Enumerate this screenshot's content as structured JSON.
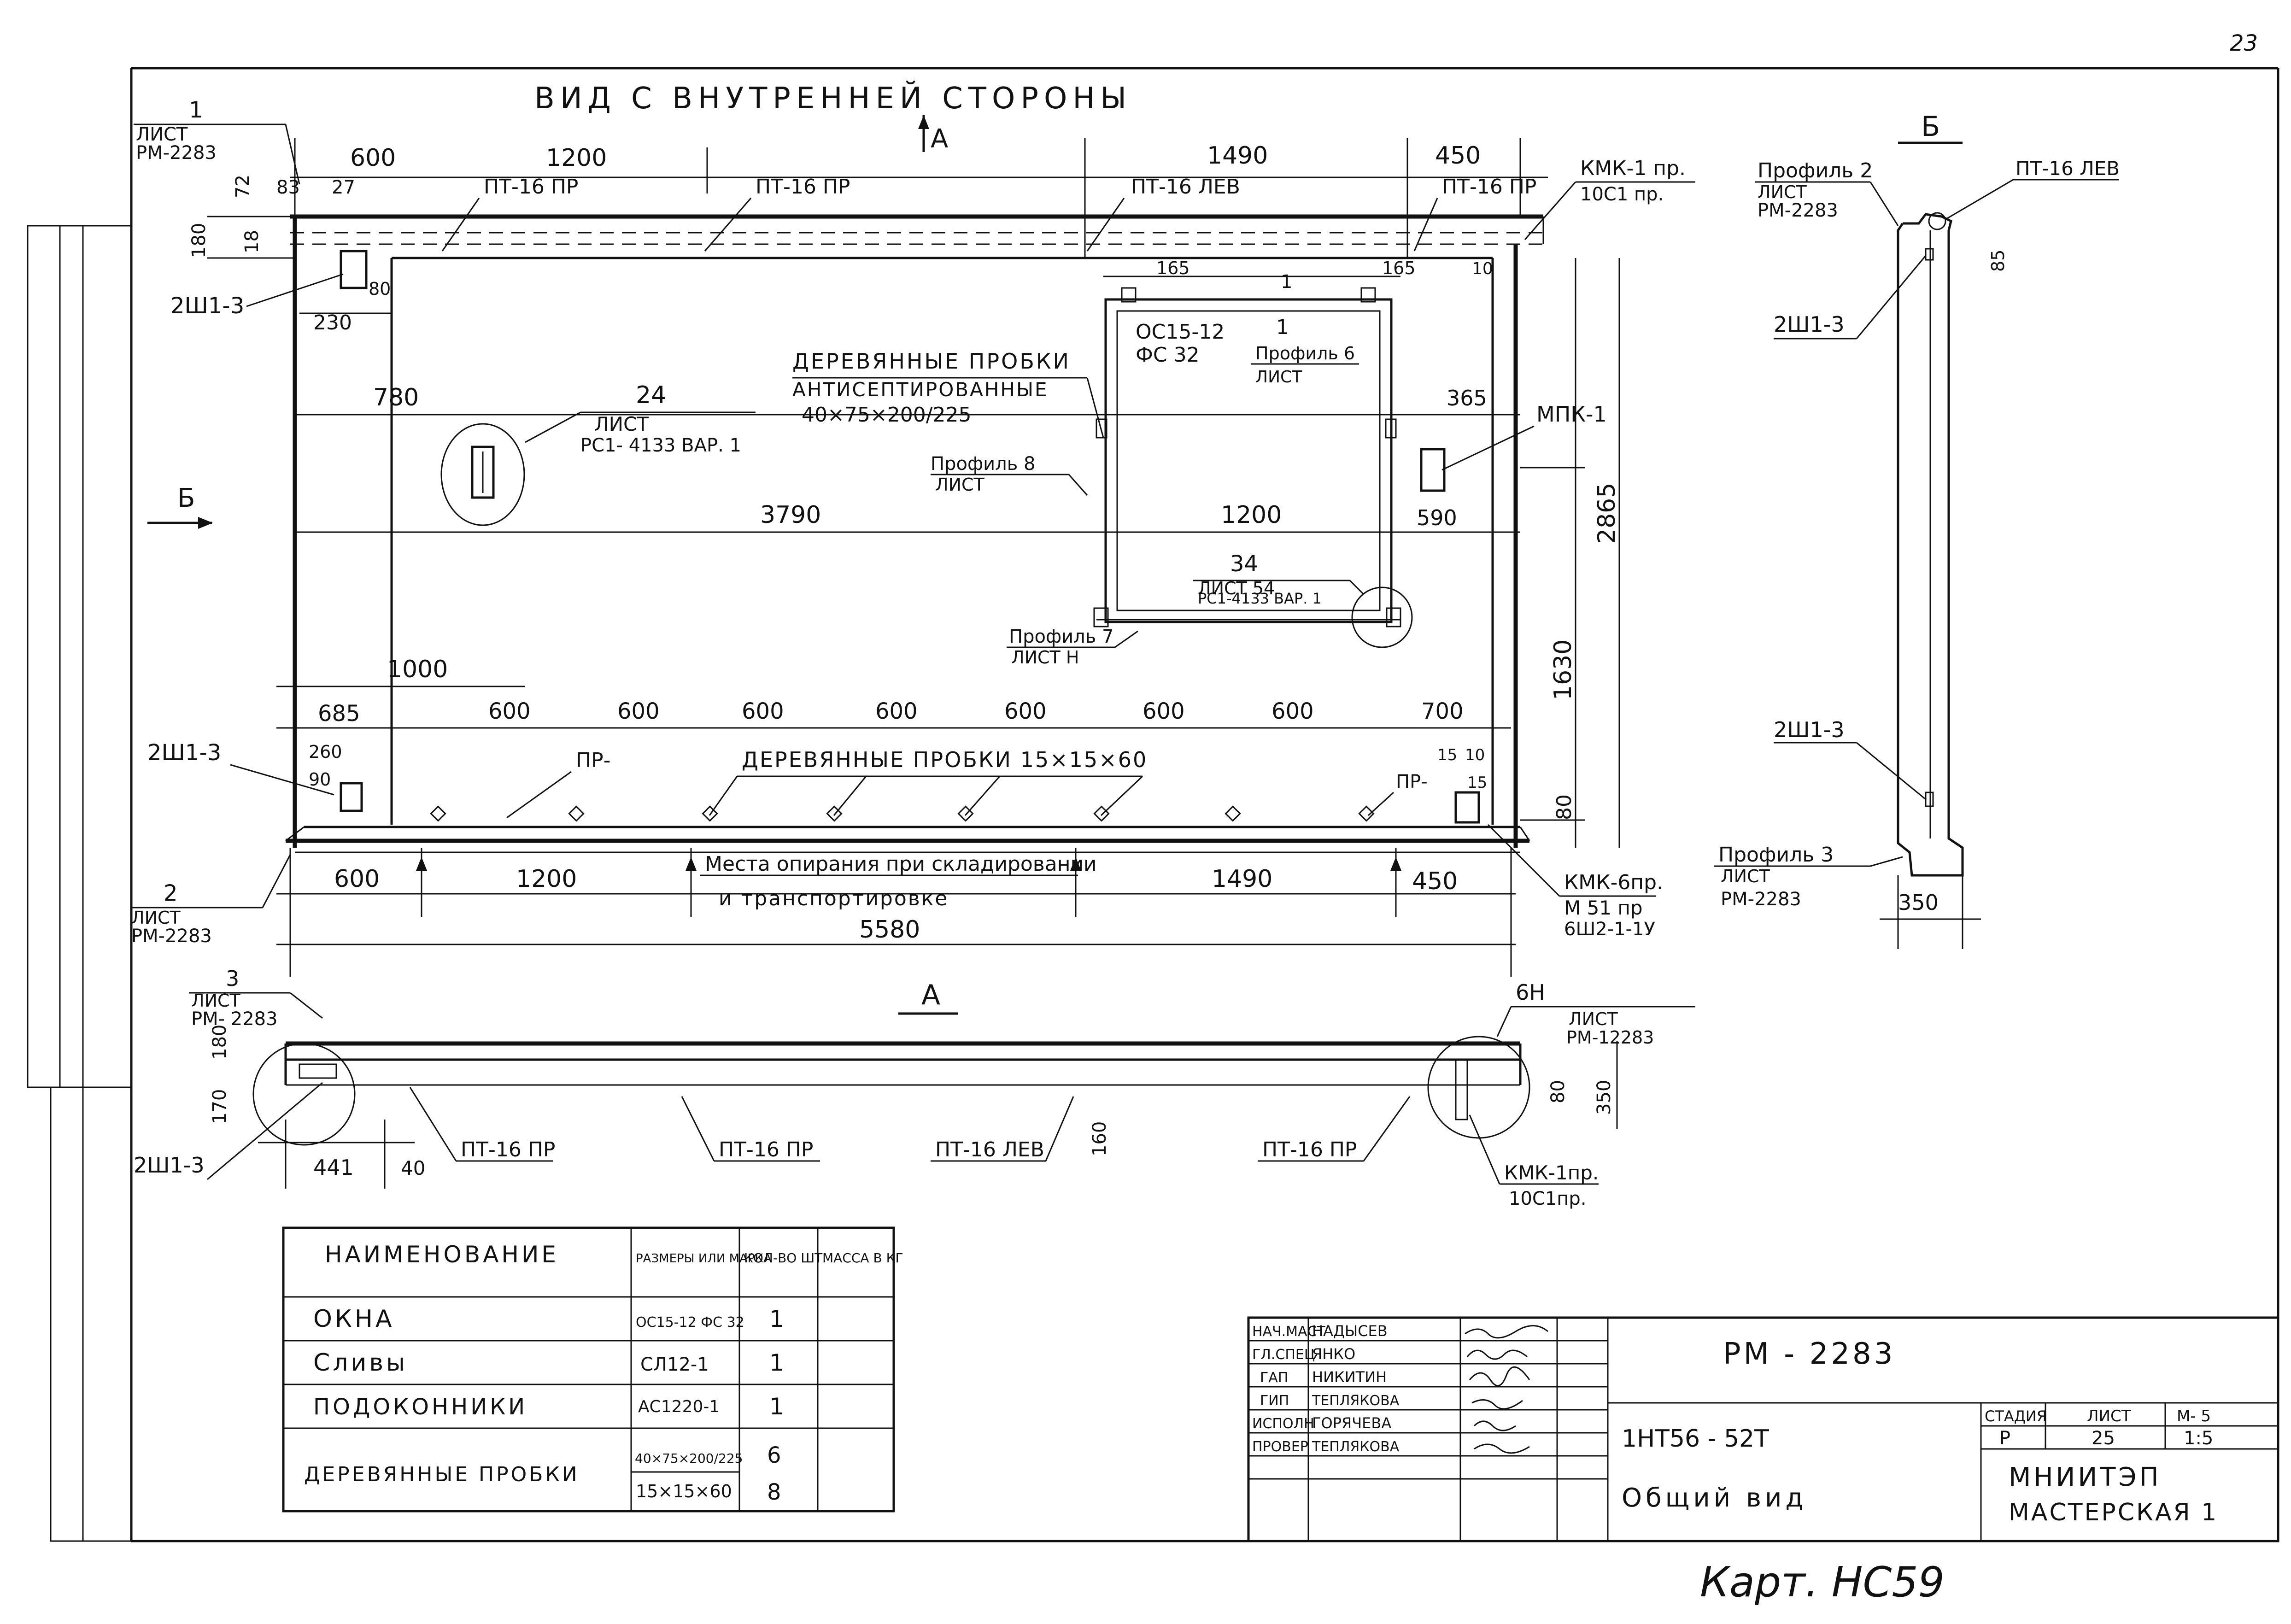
{
  "sheet_number": "23",
  "view_title": "ВИД С ВНУТРЕННЕЙ СТОРОНЫ",
  "arrow_a_top": "А",
  "arrow_b_left": "Б",
  "section_b_title": "Б",
  "section_a_title": "А",
  "callouts": {
    "c1_num": "1",
    "c1_sheet": "ЛИСТ",
    "c1_ref": "РМ-2283",
    "c2_num": "2",
    "c2_sheet": "ЛИСТ",
    "c2_ref": "РМ-2283",
    "c3_num": "3",
    "c3_sheet": "ЛИСТ",
    "c3_ref": "РМ- 2283",
    "c24_num": "24",
    "c24_sheet": "ЛИСТ",
    "c24_ref": "РС1- 4133 ВАР. 1",
    "c34_num": "34",
    "c34_sheet": "ЛИСТ 54",
    "c34_ref": "РС1-4133 ВАР. 1",
    "c6h_num": "6Н",
    "c6h_sheet": "ЛИСТ",
    "c6h_ref": "РМ-12283"
  },
  "labels": {
    "pt16pr": "ПТ-16 ПР",
    "pt16lev": "ПТ-16 ЛЕВ",
    "kmk1": "КМК-1 пр.",
    "oc1": "10С1 пр.",
    "sh": "2Ш1-3",
    "mpk1": "МПК-1",
    "window_mark1": "ОС15-12",
    "window_mark2": "ФС 32",
    "wood_plugs_1": "ДЕРЕВЯННЫЕ ПРОБКИ",
    "wood_plugs_2": "АНТИСЕПТИРОВАННЫЕ",
    "wood_plugs_3": "40×75×200/225",
    "wood_plugs_small": "ДЕРЕВЯННЫЕ ПРОБКИ 15×15×60",
    "support_1": "Места опирания при складировании",
    "support_2": "и транспортировке",
    "pr": "ПР-",
    "kmk6": "КМК-6пр.",
    "m51": "М 51 пр",
    "sh2": "6Ш2-1-1У",
    "profile6": "Профиль 6",
    "profile6_sheet": "ЛИСТ",
    "profile6_num": "1",
    "profile8": "Профиль 8",
    "profile8_sheet": "ЛИСТ",
    "profile7": "Профиль 7",
    "profile7_sheet": "ЛИСТ Н",
    "profile2": "Профиль 2",
    "profile2_sheet": "ЛИСТ",
    "profile2_ref": "РМ-2283",
    "profile3": "Профиль 3",
    "profile3_sheet": "ЛИСТ",
    "profile3_ref": "РМ-2283",
    "kmk1_bottom": "КМК-1пр.",
    "oc1_bottom": "10С1пр."
  },
  "dims": {
    "d600": "600",
    "d1200": "1200",
    "d1490": "1490",
    "d450": "450",
    "d72": "72",
    "d83": "83",
    "d27": "27",
    "d180": "180",
    "d18": "18",
    "d80": "80",
    "d230": "230",
    "d165": "165",
    "d10": "10",
    "d780": "780",
    "d365": "365",
    "d590": "590",
    "d3790": "3790",
    "d2865": "2865",
    "d1630": "1630",
    "d1000": "1000",
    "d685": "685",
    "d700": "700",
    "d260": "260",
    "d90": "90",
    "d15": "15",
    "d5580": "5580",
    "d85": "85",
    "d350": "350",
    "d170": "170",
    "d441": "441",
    "d40": "40",
    "d160": "160"
  },
  "spec_table": {
    "headers": [
      "НАИМЕНОВАНИЕ",
      "РАЗМЕРЫ ИЛИ МАРКА",
      "КОЛ-ВО ШТ.",
      "МАССА В КГ"
    ],
    "rows": [
      {
        "name": "ОКНА",
        "size": "ОС15-12 ФС 32",
        "qty": "1",
        "mass": ""
      },
      {
        "name": "Сливы",
        "size": "СЛ12-1",
        "qty": "1",
        "mass": ""
      },
      {
        "name": "ПОДОКОННИКИ",
        "size": "АС1220-1",
        "qty": "1",
        "mass": ""
      },
      {
        "name": "ДЕРЕВЯННЫЕ ПРОБКИ",
        "size": "40×75×200/225",
        "size2": "15×15×60",
        "qty": "6",
        "qty2": "8",
        "mass": ""
      }
    ]
  },
  "title_block": {
    "roles": [
      "НАЧ.МАСТ",
      "ГЛ.СПЕЦ",
      "ГАП",
      "ГИП",
      "ИСПОЛН",
      "ПРОВЕР"
    ],
    "names": [
      "НАДЫСЕВ",
      "ЯНКО",
      "НИКИТИН",
      "ТЕПЛЯКОВА",
      "ГОРЯЧЕВА",
      "ТЕПЛЯКОВА"
    ],
    "doc_code": "РМ - 2283",
    "series": "1НТ56 - 52Т",
    "drawing_name": "Общий вид",
    "stage_header": "СТАДИЯ",
    "sheet_header": "ЛИСТ",
    "scale_header": "М- 5",
    "stage": "Р",
    "sheet": "25",
    "scale": "1:5",
    "org1": "МНИИТЭП",
    "org2": "МАСТЕРСКАЯ 1"
  },
  "handwritten_note": "Карт. НС59"
}
